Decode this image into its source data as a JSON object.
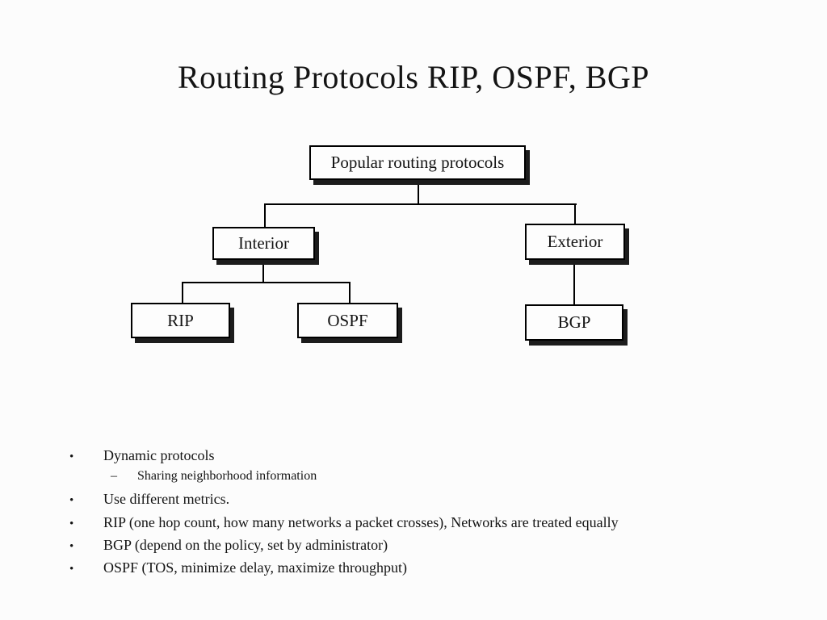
{
  "slide": {
    "title": "Routing Protocols RIP, OSPF, BGP",
    "background_color": "#fcfcfc",
    "text_color": "#141414"
  },
  "diagram": {
    "type": "tree",
    "box_border_color": "#000000",
    "box_shadow_color": "#1c1c1c",
    "connector_color": "#000000",
    "nodes": {
      "root": {
        "label": "Popular routing protocols"
      },
      "interior": {
        "label": "Interior"
      },
      "exterior": {
        "label": "Exterior"
      },
      "rip": {
        "label": "RIP"
      },
      "ospf": {
        "label": "OSPF"
      },
      "bgp": {
        "label": "BGP"
      }
    },
    "edges": [
      [
        "Popular routing protocols",
        "Interior"
      ],
      [
        "Popular routing protocols",
        "Exterior"
      ],
      [
        "Interior",
        "RIP"
      ],
      [
        "Interior",
        "OSPF"
      ],
      [
        "Exterior",
        "BGP"
      ]
    ]
  },
  "bullets": {
    "items": [
      {
        "marker": "•",
        "level": 1,
        "text": "Dynamic protocols"
      },
      {
        "marker": "–",
        "level": 2,
        "text": "Sharing neighborhood information"
      },
      {
        "marker": "•",
        "level": 1,
        "text": "Use different metrics."
      },
      {
        "marker": "•",
        "level": 1,
        "text": "RIP (one hop count, how many networks a packet crosses), Networks are treated equally"
      },
      {
        "marker": "•",
        "level": 1,
        "text": "BGP (depend on the policy, set by administrator)"
      },
      {
        "marker": "•",
        "level": 1,
        "text": "OSPF (TOS, minimize delay, maximize throughput)"
      }
    ]
  }
}
